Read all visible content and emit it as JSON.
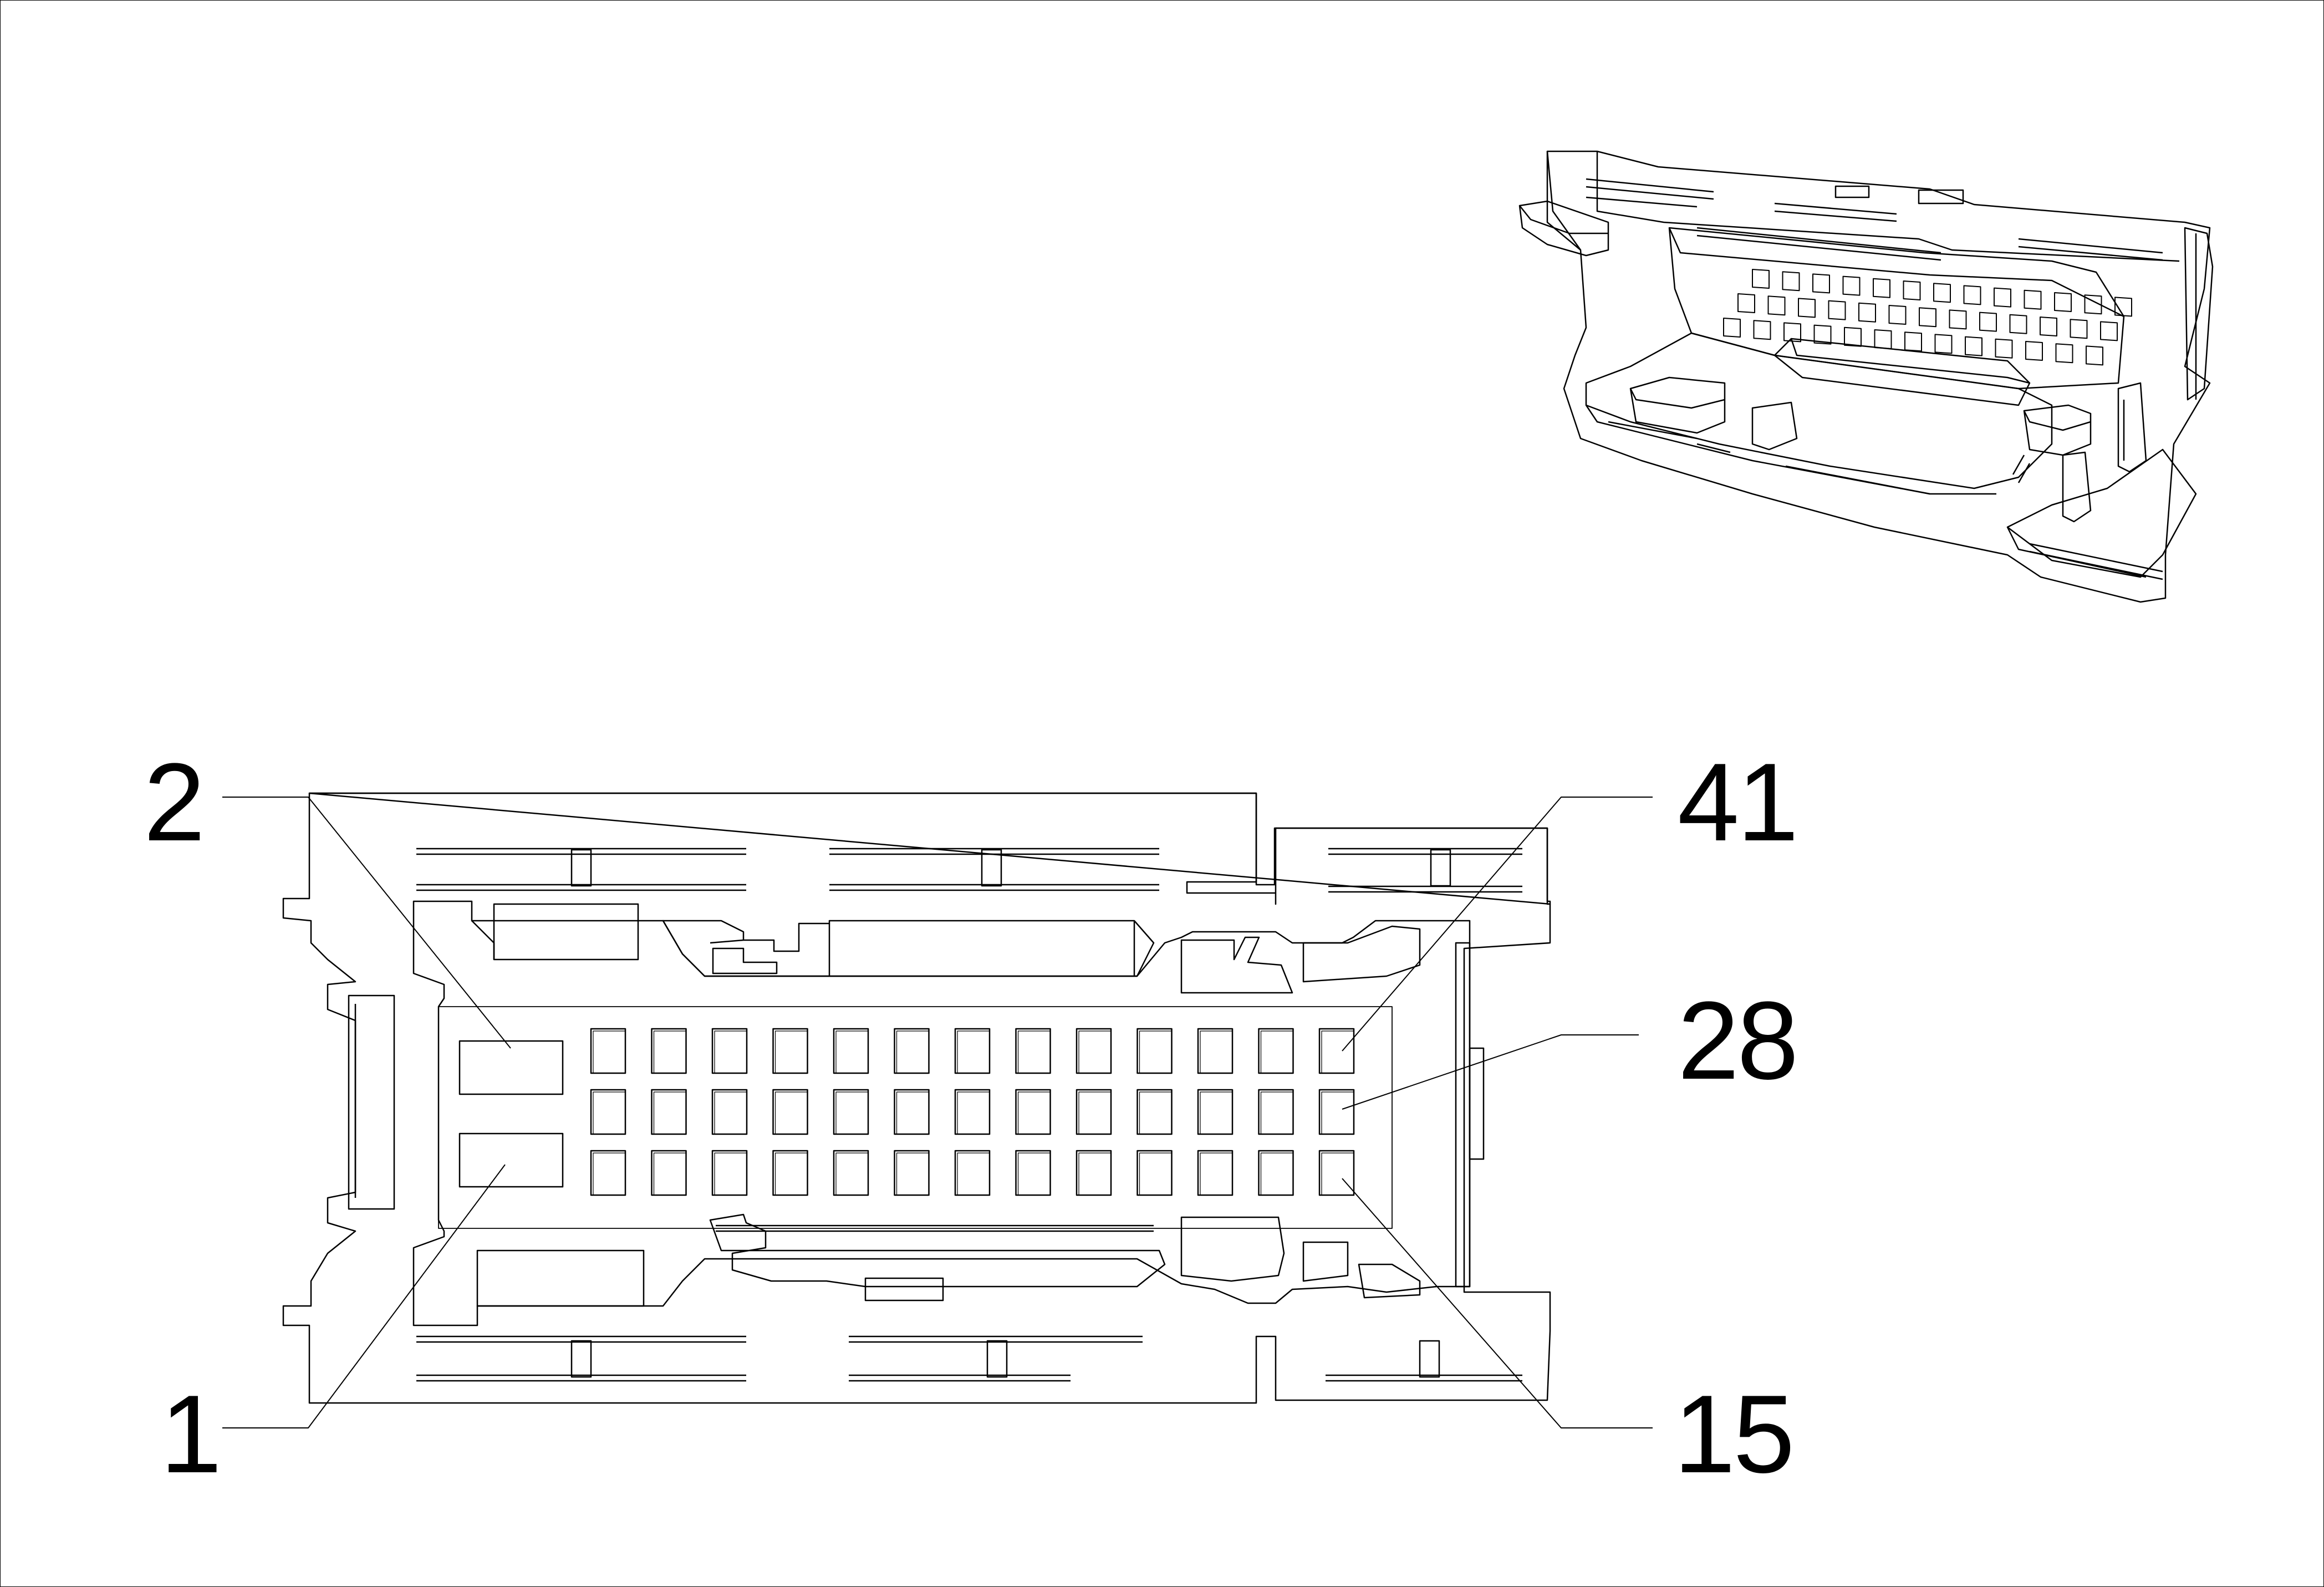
{
  "labels": {
    "pin_2": "2",
    "pin_41": "41",
    "pin_28": "28",
    "pin_1": "1",
    "pin_15": "15"
  },
  "grid": {
    "rows": 3,
    "cols": 13
  },
  "colors": {
    "line": "#000000",
    "background": "#ffffff"
  }
}
